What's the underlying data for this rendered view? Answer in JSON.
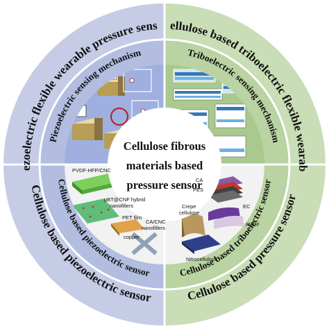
{
  "center": {
    "line1": "Cellulose fibrous",
    "line2": "materials based",
    "line3": "pressure sensor"
  },
  "outer_ring": {
    "top_left": "Piezoelectric flexible wearable pressure sensor",
    "top_right": "Cellulose based triboelectric flexible wearable",
    "bottom_left": "Cellulose based piezoelectric sensor",
    "bottom_right": "Cellulose based pressure sensor"
  },
  "inner_ring": {
    "top_left": "Piezoelectric sensing mechanism",
    "top_right": "Triboelectric sensing mechanism",
    "bottom_left": "Cellulose based piezoelectric sensor",
    "bottom_right": "Cellulose based triboelectric sensor"
  },
  "quadrant_labels": {
    "bottom_left": {
      "pvdf": "PVDF-HFP/CNC",
      "pbt_line1": "pBT@CNF hybrid",
      "pbt_line2": "nanofillers",
      "pet": "PET film",
      "copper": "copper",
      "ca_line1": "CA/CNC",
      "ca_line2": "nanofillers"
    },
    "bottom_right": {
      "ca": "CA",
      "pes": "PES",
      "ec": "EC",
      "crepe_line1": "Crepe",
      "crepe_line2": "cellulose",
      "pvdf": "PVDF",
      "nitro": "Nitrocellulose"
    }
  },
  "colors": {
    "outer_left": "#c6cbe6",
    "outer_right": "#c9ddb6",
    "inner_left": "#b2bde0",
    "inner_right": "#b9d3a2",
    "divider": "#ffffff"
  }
}
